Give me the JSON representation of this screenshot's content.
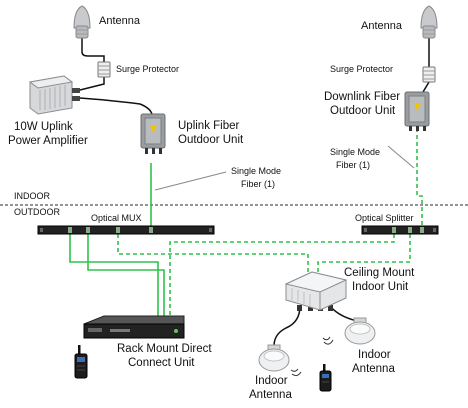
{
  "labels": {
    "antenna_left": "Antenna",
    "antenna_right": "Antenna",
    "surge_left": "Surge Protector",
    "surge_right": "Surge Protector",
    "amp_line1": "10W Uplink",
    "amp_line2": "Power Amplifier",
    "uplink_line1": "Uplink Fiber",
    "uplink_line2": "Outdoor Unit",
    "downlink_line1": "Downlink Fiber",
    "downlink_line2": "Outdoor Unit",
    "smf_left_line1": "Single Mode",
    "smf_left_line2": "Fiber (1)",
    "smf_right_line1": "Single Mode",
    "smf_right_line2": "Fiber (1)",
    "indoor": "INDOOR",
    "outdoor": "OUTDOOR",
    "optical_mux": "Optical MUX",
    "optical_splitter": "Optical Splitter",
    "ceiling_line1": "Ceiling Mount",
    "ceiling_line2": "Indoor Unit",
    "rack_line1": "Rack Mount Direct",
    "rack_line2": "Connect Unit",
    "indoor_ant_left_line1": "Indoor",
    "indoor_ant_left_line2": "Antenna",
    "indoor_ant_right_line1": "Indoor",
    "indoor_ant_right_line2": "Antenna"
  },
  "colors": {
    "fiber": "#2fc24a",
    "cable": "#111111",
    "boundary": "#444444",
    "device": "#8a8d90"
  }
}
